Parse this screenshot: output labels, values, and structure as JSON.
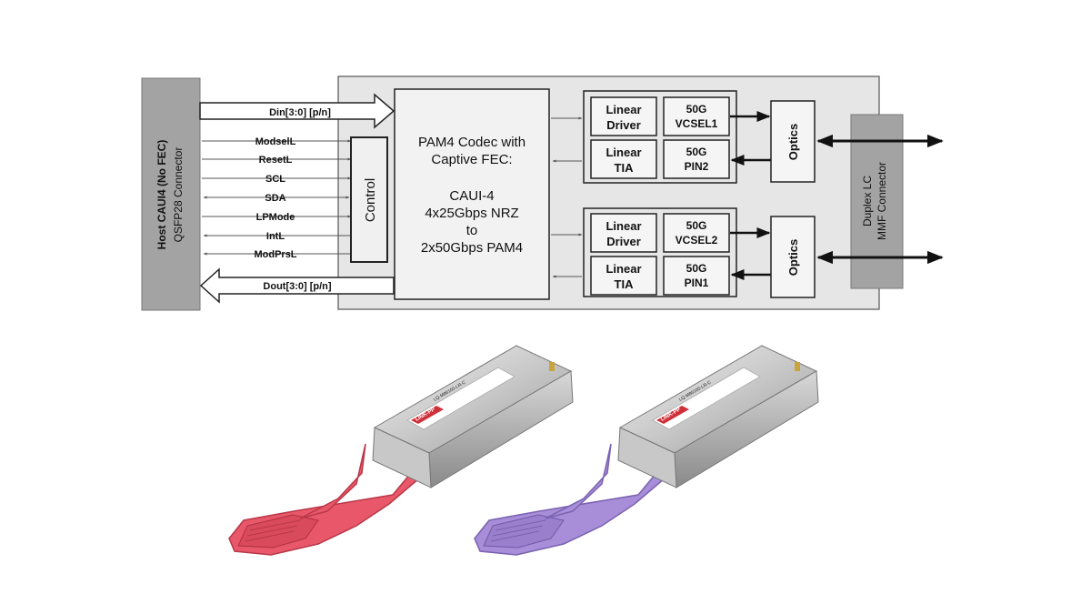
{
  "host": {
    "title": "Host CAUI4 (No FEC)",
    "subtitle": "QSFP28 Connector"
  },
  "signals": {
    "din": "Din[3:0] [p/n]",
    "dout": "Dout[3:0] [p/n]",
    "modsel": "ModselL",
    "reset": "ResetL",
    "scl": "SCL",
    "sda": "SDA",
    "lpmode": "LPMode",
    "int": "IntL",
    "modprs": "ModPrsL"
  },
  "control": {
    "label": "Control"
  },
  "codec": {
    "line1": "PAM4 Codec with",
    "line2": "Captive FEC:",
    "line3": "CAUI-4",
    "line4": "4x25Gbps NRZ",
    "line5": "to",
    "line6": "2x50Gbps PAM4"
  },
  "lane1": {
    "driver": [
      "Linear",
      "Driver"
    ],
    "tia": [
      "Linear",
      "TIA"
    ],
    "vcsel": [
      "50G",
      "VCSEL1"
    ],
    "pin": [
      "50G",
      "PIN2"
    ],
    "optics": "Optics"
  },
  "lane2": {
    "driver": [
      "Linear",
      "Driver"
    ],
    "tia": [
      "Linear",
      "TIA"
    ],
    "vcsel": [
      "50G",
      "VCSEL2"
    ],
    "pin": [
      "50G",
      "PIN1"
    ],
    "optics": "Optics"
  },
  "lc": {
    "line1": "Duplex LC",
    "line2": "MMF Connector"
  },
  "modules": {
    "brand": "LINK-PP",
    "left_part": "LQ-M85100-LR-C",
    "right_part": "LQ-M85100-LR-C",
    "left_tab_color": "#e8586a",
    "right_tab_color": "#a88ed8"
  }
}
